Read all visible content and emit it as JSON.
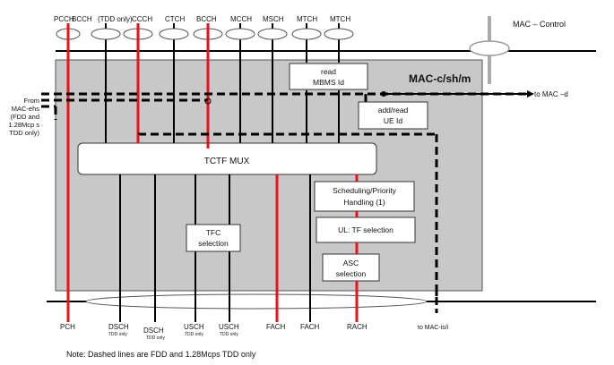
{
  "channels_top": {
    "pcch": "PCCH",
    "bcch_tdd": "BCCH",
    "tdd_only": "(TDD only)",
    "ccch": "CCCH",
    "ctch": "CTCH",
    "bcch": "BCCH",
    "mcch": "MCCH",
    "msch": "MSCH",
    "mtch1": "MTCH",
    "mtch2": "MTCH"
  },
  "control_label": "MAC – Control",
  "mac_title": "MAC-c/sh/m",
  "read_mbms": [
    "read",
    "MBMS Id"
  ],
  "add_read_ue": [
    "add/read",
    "UE Id"
  ],
  "to_mac_d": "to MAC –d",
  "from_mac_ehs": [
    "From",
    "MAC-ehs",
    "(FDD and",
    "1.28Mcp s",
    "TDD only)"
  ],
  "tctf_mux": "TCTF MUX",
  "scheduling": [
    "Scheduling/Priority",
    "Handling (1)"
  ],
  "ul_tf": "UL: TF selection",
  "tfc": [
    "TFC",
    "selection"
  ],
  "asc": [
    "ASC",
    "selection"
  ],
  "channels_bottom": {
    "pch": "PCH",
    "dsch1": "DSCH",
    "dsch2": "DSCH",
    "usch1": "USCH",
    "usch2": "USCH",
    "fach1": "FACH",
    "fach2": "FACH",
    "rach": "RACH",
    "to_mac_is": "to MAC-is/i"
  },
  "tdd_only_small": "TDD only",
  "note": "Note: Dashed lines are FDD and 1.28Mcps TDD  only",
  "colors": {
    "red": "#e8141c",
    "box_fill": "#c8c8c8",
    "line": "#000000"
  }
}
